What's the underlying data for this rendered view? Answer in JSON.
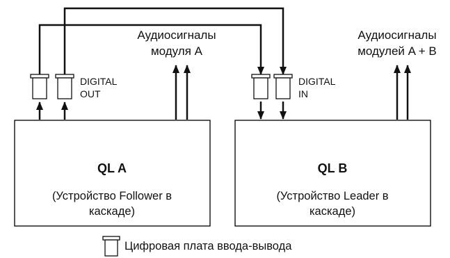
{
  "signals": {
    "module_a_line1": "Аудиосигналы",
    "module_a_line2": "модуля А",
    "modules_ab_line1": "Аудиосигналы",
    "modules_ab_line2": "модулей A + B"
  },
  "ports": {
    "digital_out_line1": "DIGITAL",
    "digital_out_line2": "OUT",
    "digital_in_line1": "DIGITAL",
    "digital_in_line2": "IN"
  },
  "units": {
    "ql_a": {
      "title": "QL A",
      "desc_line1": "(Устройство Follower в",
      "desc_line2": "каскаде)"
    },
    "ql_b": {
      "title": "QL B",
      "desc_line1": "(Устройство Leader в",
      "desc_line2": "каскаде)"
    }
  },
  "legend": {
    "card_label": "Цифровая плата ввода-вывода"
  },
  "colors": {
    "ink": "#111111",
    "background": "#ffffff"
  }
}
